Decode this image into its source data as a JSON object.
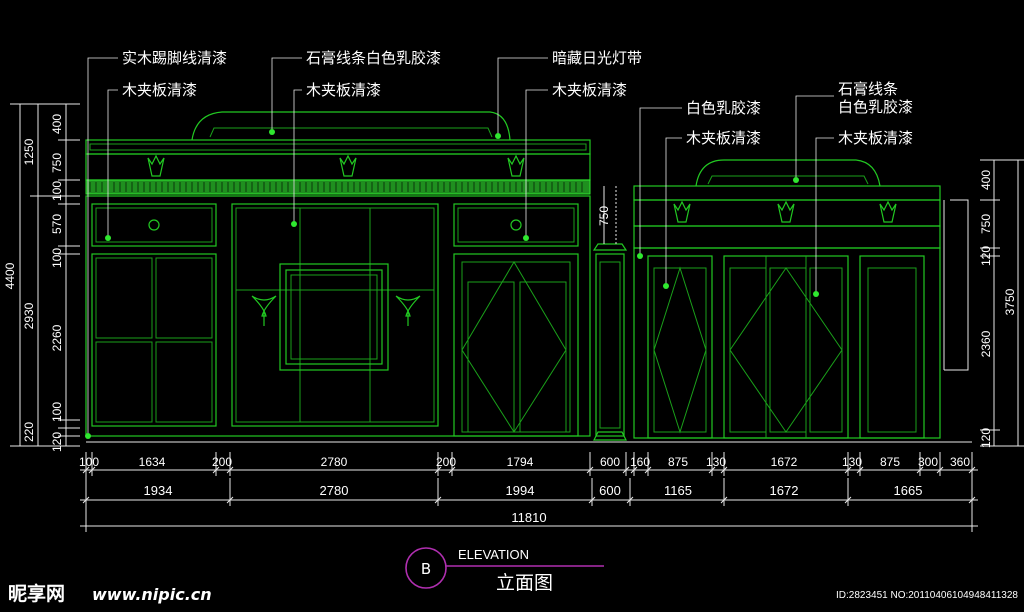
{
  "labels": {
    "l1": "实木踢脚线清漆",
    "l2": "木夹板清漆",
    "l3": "石膏线条白色乳胶漆",
    "l4": "木夹板清漆",
    "l5": "暗藏日光灯带",
    "l6": "木夹板清漆",
    "l7": "白色乳胶漆",
    "l8": "木夹板清漆",
    "l9a": "石膏线条",
    "l9b": "白色乳胶漆",
    "l10": "木夹板清漆"
  },
  "dims_row1": [
    "100",
    "1634",
    "200",
    "2780",
    "200",
    "1794",
    "600",
    "160",
    "875",
    "130",
    "1672",
    "130",
    "875",
    "300",
    "360"
  ],
  "dims_row2": [
    "1934",
    "2780",
    "1994",
    "600",
    "1165",
    "1672",
    "1665"
  ],
  "dims_total": "11810",
  "left_dims_outer": "4400",
  "left_dims_mid": [
    "1250",
    "2930"
  ],
  "left_dims_inner": [
    "400",
    "750",
    "100",
    "570",
    "100",
    "2260",
    "100",
    "120",
    "220"
  ],
  "mid_dim": "750",
  "right_dims_outer": "3750",
  "right_dims_inner": [
    "400",
    "750",
    "120",
    "2360",
    "120"
  ],
  "title_marker": "B",
  "title_en": "ELEVATION",
  "title_cn": "立面图",
  "watermark": {
    "logo": "昵享网",
    "url": "www.nipic.cn",
    "id": "ID:2823451 NO:20110406104948411328"
  }
}
